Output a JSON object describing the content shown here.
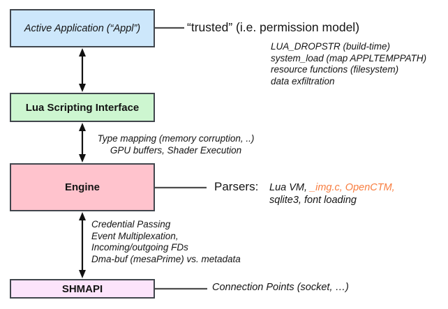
{
  "boxes": [
    {
      "id": "active-application",
      "label": "Active Application (“Appl”)",
      "fill": "#cde7fb"
    },
    {
      "id": "lua-scripting-interface",
      "label": "Lua Scripting Interface",
      "fill": "#cdf6d0"
    },
    {
      "id": "engine",
      "label": "Engine",
      "fill": "#ffc3cd"
    },
    {
      "id": "shmapi",
      "label": "SHMAPI",
      "fill": "#fce4fb"
    }
  ],
  "annotations": {
    "trusted": "“trusted” (i.e. permission model)",
    "app_notes": [
      "LUA_DROPSTR (build-time)",
      "system_load (map APPLTEMPPATH)",
      "resource functions (filesystem)",
      "data exfiltration"
    ],
    "type_mapping": [
      "Type mapping (memory corruption, ..)",
      "GPU buffers, Shader Execution"
    ],
    "parsers_label": "Parsers:",
    "parsers_line1_black": "Lua VM, ",
    "parsers_line1_orange": "_img.c, OpenCTM,",
    "parsers_line2": "sqlite3, font loading",
    "engine_notes": [
      "Credential Passing",
      "Event Multiplexation,",
      "Incoming/outgoing FDs",
      "Dma-buf (mesaPrime) vs. metadata"
    ],
    "connection_points": "Connection Points (socket, …)"
  },
  "colors": {
    "ink": "#141414",
    "arrow": "#111111",
    "line": "#4d4d4d",
    "border": "#41464d",
    "orange": "#f87d3f",
    "fill_active": "#cde7fb",
    "fill_lua": "#cdf6d0",
    "fill_engine": "#ffc3cd",
    "fill_shmapi": "#fce4fb"
  }
}
